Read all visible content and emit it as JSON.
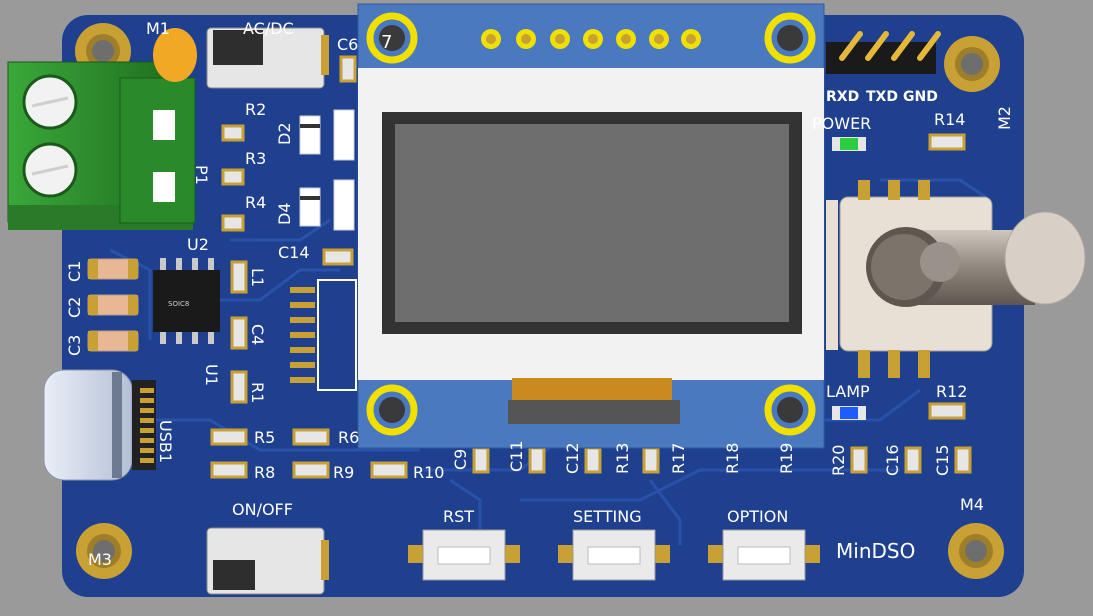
{
  "board": {
    "name": "MinDSO",
    "switches": {
      "acdc": "AC/DC",
      "power": "ON/OFF"
    },
    "buttons": {
      "rst": "RST",
      "setting": "SETTING",
      "option": "OPTION"
    },
    "header_pins": {
      "rxd": "RXD",
      "txd": "TXD",
      "gnd": "GND"
    },
    "indicators": {
      "power": "POWER",
      "lamp": "LAMP"
    },
    "mounts": {
      "m1": "M1",
      "m2": "M2",
      "m3": "M3",
      "m4": "M4"
    },
    "ic_marking": "SOIC8",
    "oled_pin_label": "7",
    "refs": {
      "c1": "C1",
      "c2": "C2",
      "c3": "C3",
      "c4": "C4",
      "c6": "C6",
      "c9": "C9",
      "c11": "C11",
      "c12": "C12",
      "c14": "C14",
      "c15": "C15",
      "c16": "C16",
      "r1": "R1",
      "r2": "R2",
      "r3": "R3",
      "r4": "R4",
      "r5": "R5",
      "r6": "R6",
      "r8": "R8",
      "r9": "R9",
      "r10": "R10",
      "r12": "R12",
      "r13": "R13",
      "r14": "R14",
      "r17": "R17",
      "r18": "R18",
      "r19": "R19",
      "r20": "R20",
      "d2": "D2",
      "d4": "D4",
      "u1": "U1",
      "u2": "U2",
      "l1": "L1",
      "p1": "P1",
      "usb1": "USB1"
    }
  },
  "colors": {
    "pcb": "#1f3f8f",
    "silk": "#ffffff",
    "gold": "#c8a034",
    "terminal": "#2e8b2e",
    "oled_frame": "#4a79bf",
    "oled_glass": "#6e6e6e",
    "power_led": "#2ecc40",
    "lamp_led": "#1f5cff",
    "background": "#9a9a9a"
  }
}
